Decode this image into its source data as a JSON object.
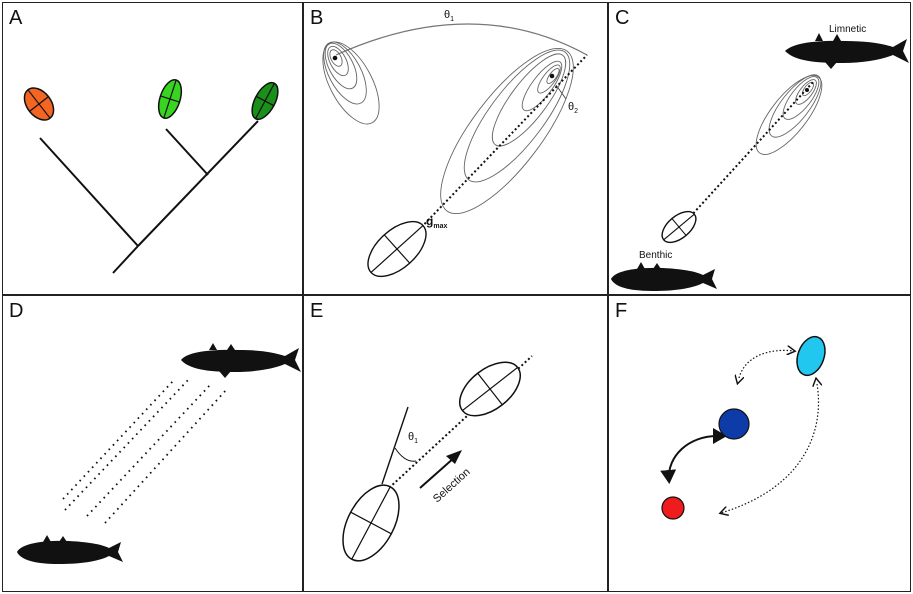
{
  "panels": {
    "a": {
      "label": "A"
    },
    "b": {
      "label": "B",
      "theta1": "θ",
      "theta1_sub": "1",
      "theta2": "θ",
      "theta2_sub": "2",
      "gmax": "g",
      "gmax_sub": "max"
    },
    "c": {
      "label": "C",
      "limnetic": "Limnetic",
      "benthic": "Benthic"
    },
    "d": {
      "label": "D"
    },
    "e": {
      "label": "E",
      "theta1": "θ",
      "theta1_sub": "1",
      "selection": "Selection"
    },
    "f": {
      "label": "F"
    }
  },
  "colors": {
    "orange": "#f26522",
    "light_green": "#39d321",
    "dark_green": "#1a8f1a",
    "cyan": "#22c7f0",
    "dark_blue": "#0d3ba8",
    "red": "#ee1c1c",
    "line": "#111111"
  }
}
